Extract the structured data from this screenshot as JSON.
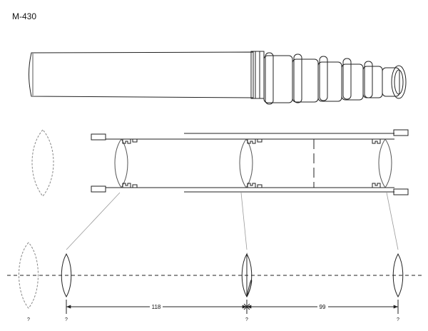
{
  "title": "M-430",
  "dimensions": {
    "span_left": "118",
    "span_right": "99"
  },
  "lens_labels": {
    "dashed_lens": "?",
    "lens_1": "?",
    "lens_2": "?",
    "lens_3": "?"
  },
  "colors": {
    "stroke": "#222222",
    "leader": "#999999",
    "dashed_lens": "#888888",
    "background": "#ffffff"
  }
}
